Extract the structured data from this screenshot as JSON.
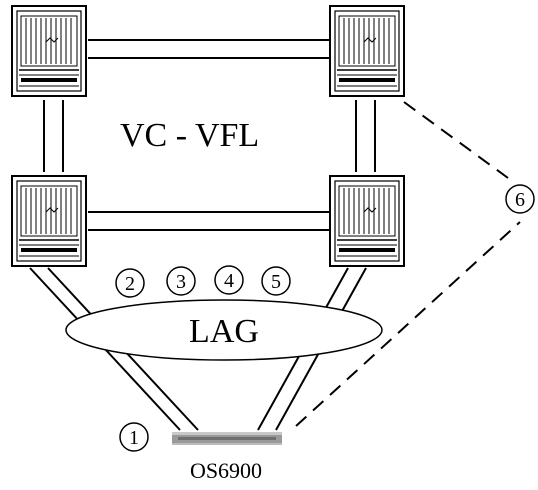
{
  "labels": {
    "vfl": "VC - VFL",
    "lag": "LAG",
    "switch_name": "OS6900"
  },
  "markers": [
    "1",
    "2",
    "3",
    "4",
    "5",
    "6"
  ],
  "colors": {
    "line": "#000000",
    "chassis_fill": "#ffffff",
    "switch_body": "#9a9a9a"
  }
}
